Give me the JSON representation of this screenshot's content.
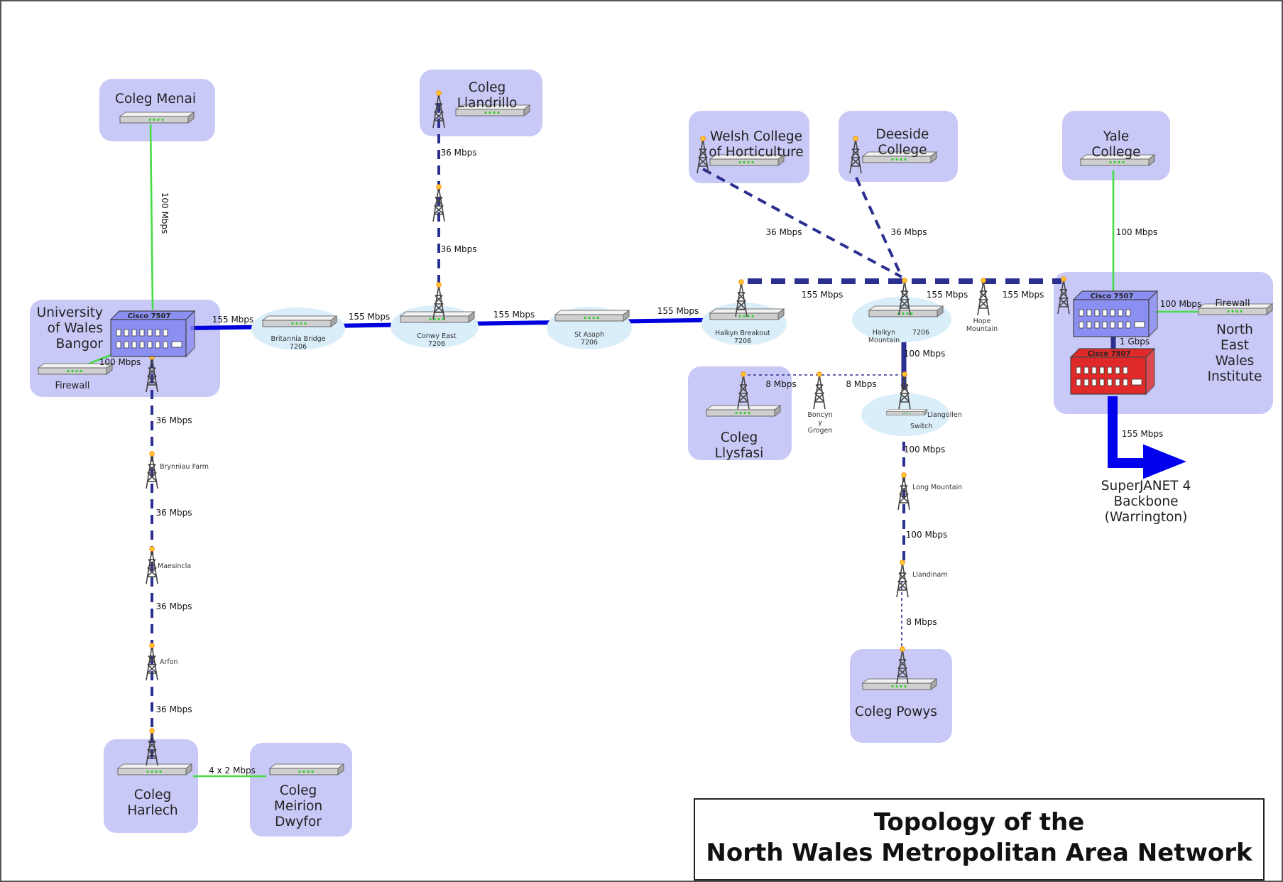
{
  "title": {
    "line1": "Topology of the",
    "line2": "North Wales Metropolitan Area Network"
  },
  "sites": [
    {
      "id": "menai",
      "lines": [
        "Coleg Menai"
      ]
    },
    {
      "id": "llandrillo",
      "lines": [
        "Coleg",
        "Llandrillo"
      ]
    },
    {
      "id": "welsh",
      "lines": [
        "Welsh College",
        "of Horticulture"
      ]
    },
    {
      "id": "deeside",
      "lines": [
        "Deeside",
        "College"
      ]
    },
    {
      "id": "yale",
      "lines": [
        "Yale",
        "College"
      ]
    },
    {
      "id": "bangor",
      "lines": [
        "University",
        "of Wales",
        "Bangor"
      ]
    },
    {
      "id": "newi",
      "lines": [
        "North",
        "East",
        "Wales",
        "Institute"
      ]
    },
    {
      "id": "llysfasi",
      "lines": [
        "Coleg",
        "Llysfasi"
      ]
    },
    {
      "id": "powys",
      "lines": [
        "Coleg Powys"
      ]
    },
    {
      "id": "harlech",
      "lines": [
        "Coleg",
        "Harlech"
      ]
    },
    {
      "id": "meirion",
      "lines": [
        "Coleg",
        "Meirion",
        "Dwyfor"
      ]
    }
  ],
  "routers": [
    {
      "id": "bangor_router",
      "label": "Cisco 7507",
      "color": "#8c8ff2"
    },
    {
      "id": "newi_router",
      "label": "Cisco 7507",
      "color": "#8c8ff2"
    },
    {
      "id": "newi_router_red",
      "label": "Cisco 7507",
      "color": "#e02a2a"
    }
  ],
  "firewalls": [
    {
      "id": "bangor_fw",
      "label": "Firewall"
    },
    {
      "id": "newi_fw",
      "label": "Firewall"
    }
  ],
  "nodes": [
    {
      "id": "britannia",
      "lines": [
        "Britannia Bridge",
        "7206"
      ]
    },
    {
      "id": "conwy",
      "lines": [
        "Conwy East",
        "7206"
      ]
    },
    {
      "id": "stasaph",
      "lines": [
        "St Asaph",
        "7206"
      ]
    },
    {
      "id": "halkynb",
      "lines": [
        "Halkyn Breakout",
        "7206"
      ]
    },
    {
      "id": "halkynm",
      "lines": [
        "Halkyn",
        "Mountain"
      ]
    },
    {
      "id": "halkynm_model",
      "lines": [
        "7206"
      ]
    },
    {
      "id": "hope",
      "lines": [
        "Hope",
        "Mountain"
      ]
    },
    {
      "id": "llangollen",
      "lines": [
        "Llangollen",
        "Switch"
      ]
    },
    {
      "id": "boncyn",
      "lines": [
        "Boncyn",
        "y",
        "Grogen"
      ]
    },
    {
      "id": "longmtn",
      "lines": [
        "Long Mountain"
      ]
    },
    {
      "id": "llandinam",
      "lines": [
        "Llandinam"
      ]
    },
    {
      "id": "brynniau",
      "lines": [
        "Brynniau Farm"
      ]
    },
    {
      "id": "maesincla",
      "lines": [
        "Maesincla"
      ]
    },
    {
      "id": "arfon",
      "lines": [
        "Arfon"
      ]
    }
  ],
  "link_labels": [
    {
      "id": "l_menai",
      "text": "100 Mbps"
    },
    {
      "id": "l_llan1",
      "text": "36 Mbps"
    },
    {
      "id": "l_llan2",
      "text": "36 Mbps"
    },
    {
      "id": "l_bb1",
      "text": "155 Mbps"
    },
    {
      "id": "l_bb2",
      "text": "155 Mbps"
    },
    {
      "id": "l_bb3",
      "text": "155 Mbps"
    },
    {
      "id": "l_bb4",
      "text": "155 Mbps"
    },
    {
      "id": "l_bangor_fw",
      "text": "100 Mbps"
    },
    {
      "id": "l_south1",
      "text": "36 Mbps"
    },
    {
      "id": "l_south2",
      "text": "36 Mbps"
    },
    {
      "id": "l_south3",
      "text": "36 Mbps"
    },
    {
      "id": "l_south4",
      "text": "36 Mbps"
    },
    {
      "id": "l_harlech",
      "text": "4 x 2 Mbps"
    },
    {
      "id": "l_welsh",
      "text": "36 Mbps"
    },
    {
      "id": "l_deeside",
      "text": "36 Mbps"
    },
    {
      "id": "l_yale",
      "text": "100 Mbps"
    },
    {
      "id": "l_east1",
      "text": "155 Mbps"
    },
    {
      "id": "l_east2",
      "text": "155 Mbps"
    },
    {
      "id": "l_east3",
      "text": "155 Mbps"
    },
    {
      "id": "l_newi_fw",
      "text": "100 Mbps"
    },
    {
      "id": "l_1g",
      "text": "1 Gbps"
    },
    {
      "id": "l_sj",
      "text": "155 Mbps"
    },
    {
      "id": "l_hm_ll",
      "text": "100 Mbps"
    },
    {
      "id": "l_8a",
      "text": "8 Mbps"
    },
    {
      "id": "l_8b",
      "text": "8 Mbps"
    },
    {
      "id": "l_ll_lm",
      "text": "100 Mbps"
    },
    {
      "id": "l_lm_ld",
      "text": "100 Mbps"
    },
    {
      "id": "l_ld_pw",
      "text": "8 Mbps"
    }
  ],
  "superjanet": {
    "lines": [
      "SuperJANET 4",
      "Backbone",
      "(Warrington)"
    ]
  },
  "colors": {
    "site_box": "#c9c9f7",
    "backbone": "#0000dd",
    "wireless": "#2b2f8f",
    "ethernet": "#44dd44",
    "node_halo": "#daeefa",
    "router_blue": "#8c8ff2",
    "router_red": "#e02a2a"
  }
}
